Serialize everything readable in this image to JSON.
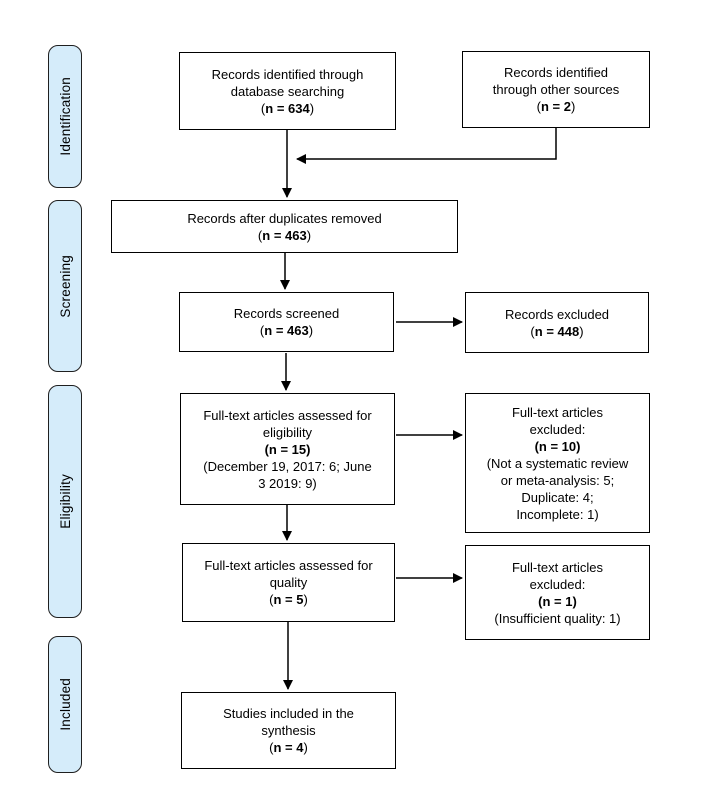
{
  "diagram": {
    "type": "prisma-flow",
    "stages": [
      "Identification",
      "Screening",
      "Eligibility",
      "Included"
    ],
    "boxes": [
      {
        "id": "records-identified-database",
        "lines": [
          [
            {
              "t": "Records identified through"
            }
          ],
          [
            {
              "t": "database searching"
            }
          ],
          [
            {
              "t": "("
            },
            {
              "t": "n = 634",
              "b": true
            },
            {
              "t": ")"
            }
          ]
        ]
      },
      {
        "id": "records-identified-other-sources",
        "lines": [
          [
            {
              "t": "Records identified"
            }
          ],
          [
            {
              "t": "through other sources"
            }
          ],
          [
            {
              "t": "("
            },
            {
              "t": "n = 2",
              "b": true
            },
            {
              "t": ")"
            }
          ]
        ]
      },
      {
        "id": "records-after-duplicates",
        "lines": [
          [
            {
              "t": "Records after duplicates removed"
            }
          ],
          [
            {
              "t": "("
            },
            {
              "t": "n = 463",
              "b": true
            },
            {
              "t": ")"
            }
          ]
        ]
      },
      {
        "id": "records-screened",
        "lines": [
          [
            {
              "t": "Records screened"
            }
          ],
          [
            {
              "t": "("
            },
            {
              "t": "n = 463",
              "b": true
            },
            {
              "t": ")"
            }
          ]
        ]
      },
      {
        "id": "records-excluded",
        "lines": [
          [
            {
              "t": "Records excluded"
            }
          ],
          [
            {
              "t": "("
            },
            {
              "t": "n = 448",
              "b": true
            },
            {
              "t": ")"
            }
          ]
        ]
      },
      {
        "id": "fulltext-assessed-eligibility",
        "lines": [
          [
            {
              "t": "Full-text articles assessed for"
            }
          ],
          [
            {
              "t": "eligibility"
            }
          ],
          [
            {
              "t": "(n = 15)",
              "b": true
            }
          ],
          [
            {
              "t": "(December 19, 2017: 6; June"
            }
          ],
          [
            {
              "t": "3 2019: 9)"
            }
          ]
        ]
      },
      {
        "id": "fulltext-excluded-eligibility",
        "lines": [
          [
            {
              "t": "Full-text articles"
            }
          ],
          [
            {
              "t": "excluded:"
            }
          ],
          [
            {
              "t": "(n = 10)",
              "b": true
            }
          ],
          [
            {
              "t": "(Not a systematic review"
            }
          ],
          [
            {
              "t": "or meta-analysis: 5;"
            }
          ],
          [
            {
              "t": "Duplicate: 4;"
            }
          ],
          [
            {
              "t": "Incomplete: 1)"
            }
          ]
        ]
      },
      {
        "id": "fulltext-assessed-quality",
        "lines": [
          [
            {
              "t": "Full-text articles assessed for"
            }
          ],
          [
            {
              "t": "quality"
            }
          ],
          [
            {
              "t": "("
            },
            {
              "t": "n = 5",
              "b": true
            },
            {
              "t": ")"
            }
          ]
        ]
      },
      {
        "id": "fulltext-excluded-quality",
        "lines": [
          [
            {
              "t": "Full-text articles"
            }
          ],
          [
            {
              "t": "excluded:"
            }
          ],
          [
            {
              "t": "(n = 1)",
              "b": true
            }
          ],
          [
            {
              "t": "(Insufficient quality: 1)"
            }
          ]
        ]
      },
      {
        "id": "studies-included-synthesis",
        "lines": [
          [
            {
              "t": "Studies included in the"
            }
          ],
          [
            {
              "t": "synthesis"
            }
          ],
          [
            {
              "t": "("
            },
            {
              "t": "n = 4",
              "b": true
            },
            {
              "t": ")"
            }
          ]
        ]
      }
    ],
    "edges": [
      {
        "from": "records-identified-database",
        "to": "records-after-duplicates"
      },
      {
        "from": "records-identified-other-sources",
        "to": "records-after-duplicates"
      },
      {
        "from": "records-after-duplicates",
        "to": "records-screened"
      },
      {
        "from": "records-screened",
        "to": "records-excluded"
      },
      {
        "from": "records-screened",
        "to": "fulltext-assessed-eligibility"
      },
      {
        "from": "fulltext-assessed-eligibility",
        "to": "fulltext-excluded-eligibility"
      },
      {
        "from": "fulltext-assessed-eligibility",
        "to": "fulltext-assessed-quality"
      },
      {
        "from": "fulltext-assessed-quality",
        "to": "fulltext-excluded-quality"
      },
      {
        "from": "fulltext-assessed-quality",
        "to": "studies-included-synthesis"
      }
    ]
  },
  "colors": {
    "background": "#ffffff",
    "stage_fill": "#d5ecfa",
    "stage_border": "#1f1f1f",
    "box_fill": "#ffffff",
    "box_border": "#000000",
    "arrow": "#000000"
  }
}
